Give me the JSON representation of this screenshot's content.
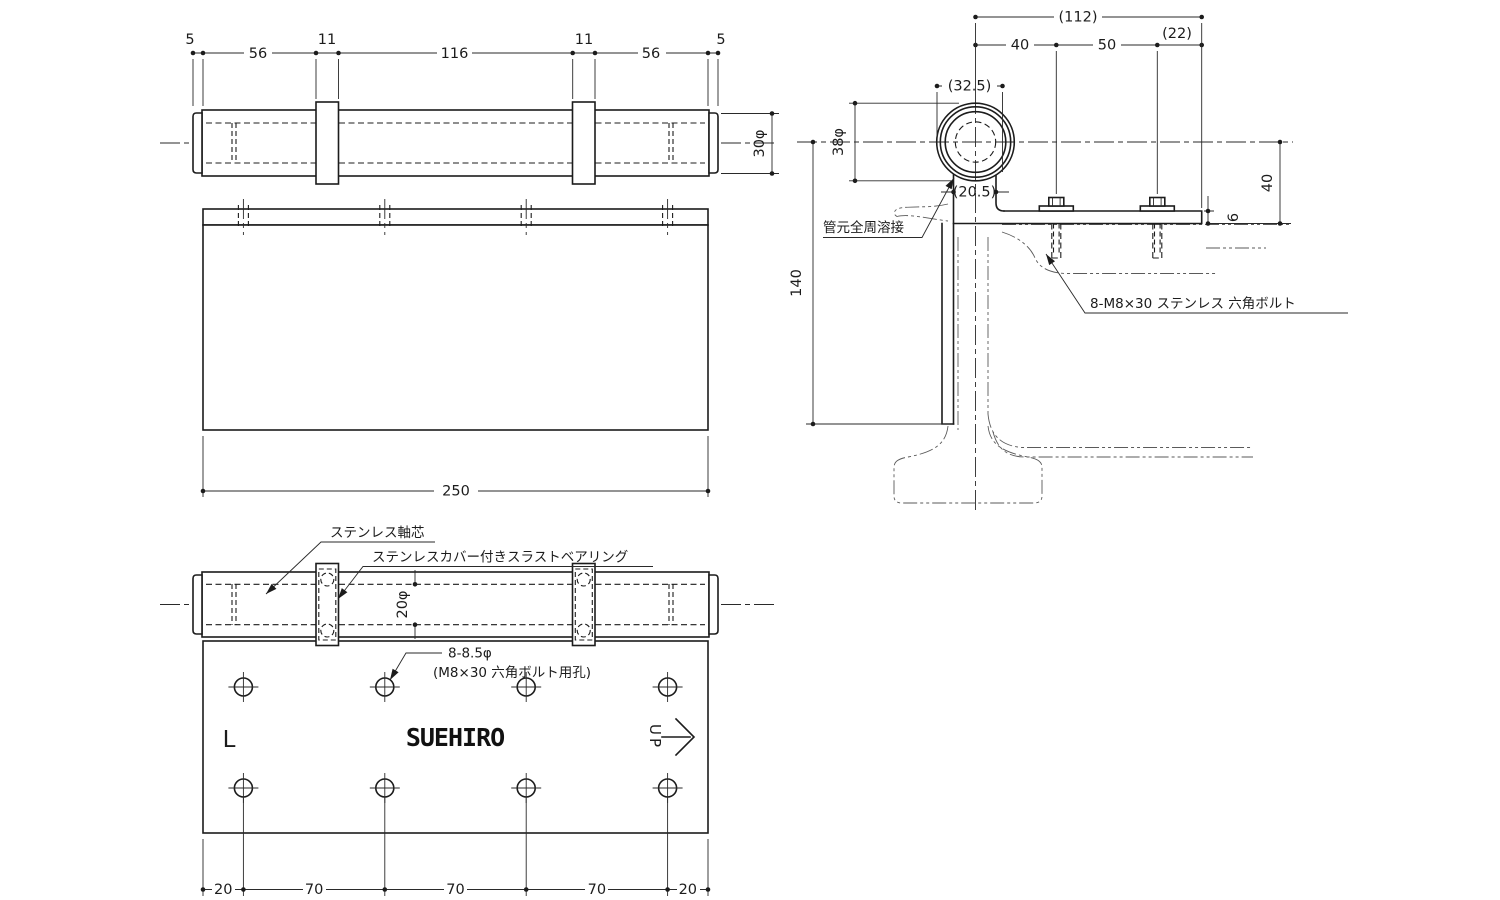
{
  "front_view": {
    "dims_top": [
      "5",
      "56",
      "11",
      "116",
      "11",
      "56",
      "5"
    ],
    "dim_rod_dia": "30φ",
    "dim_overall": "250"
  },
  "side_view": {
    "dim_ref_width": "(112)",
    "dim_bolt_offset": "40",
    "dim_bolt_pitch": "50",
    "dim_ref_end": "(22)",
    "dim_ref_pipe": "(32.5)",
    "dim_pipe_dia": "38φ",
    "dim_ref_neck": "(20.5)",
    "dim_leg_height": "140",
    "dim_mount_height": "40",
    "dim_plate_thick": "6",
    "weld_note": "管元全周溶接",
    "bolt_note": "8-M8×30 ステンレス 六角ボルト"
  },
  "plan_view": {
    "shaft_note": "ステンレス軸芯",
    "bearing_note": "ステンレスカバー付きスラストベアリング",
    "dim_core_dia": "20φ",
    "holes_note_line1": "8-8.5φ",
    "holes_note_line2": "(M8×30 六角ボルト用孔)",
    "mark_left": "L",
    "logo": "SUEHIRO",
    "mark_up": "UP",
    "dims_bottom": [
      "20",
      "70",
      "70",
      "70",
      "20"
    ]
  }
}
